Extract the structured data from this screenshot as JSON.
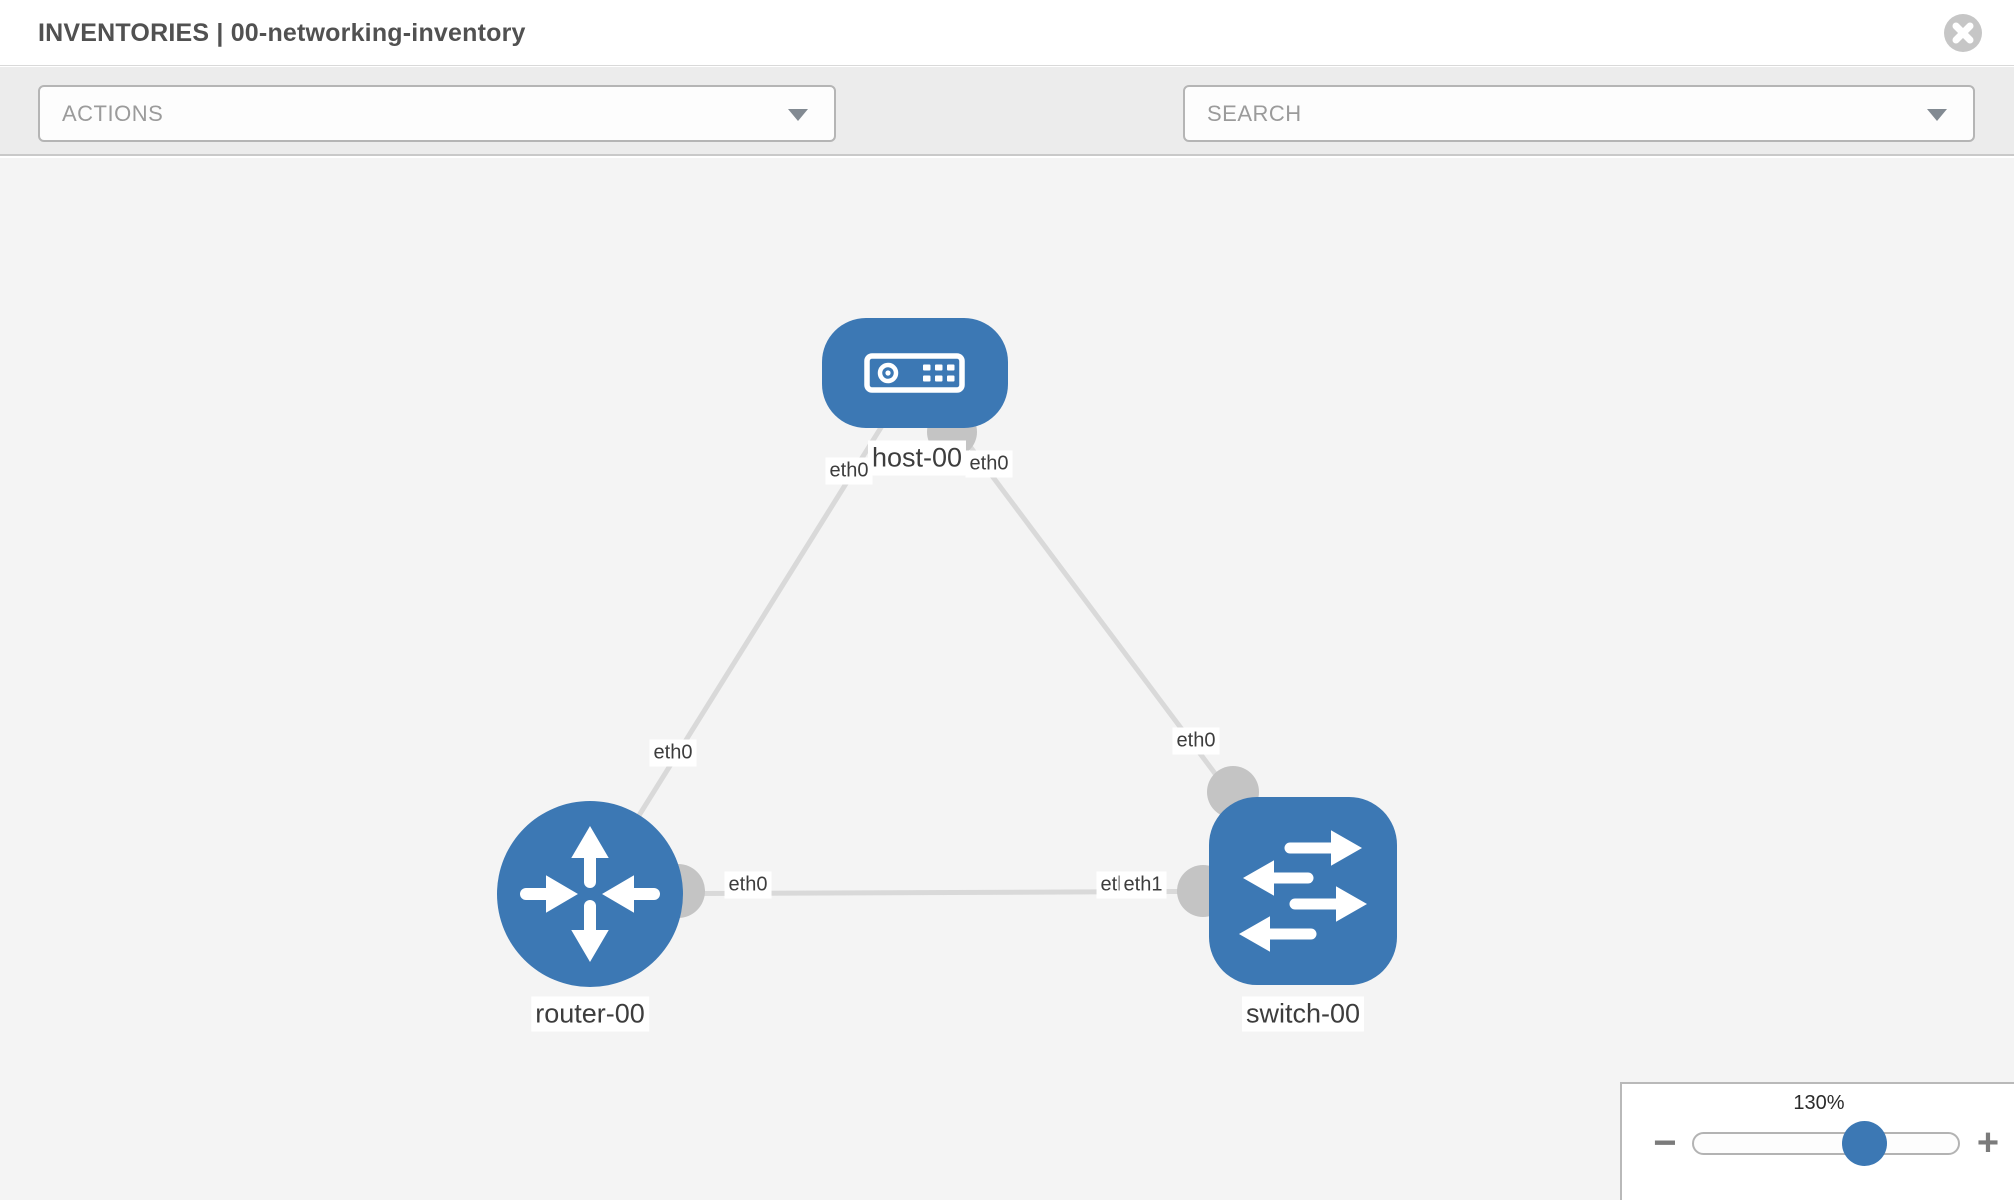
{
  "header": {
    "title": "INVENTORIES | 00-networking-inventory"
  },
  "toolbar": {
    "actions_label": "ACTIONS",
    "search_label": "SEARCH"
  },
  "icons": {
    "close": "circle-x-icon",
    "wrench": "wrench-icon",
    "key": "key-icon",
    "actions_caret": "chevron-down-icon",
    "search_caret": "chevron-down-icon"
  },
  "diagram": {
    "nodes": [
      {
        "name": "host-00",
        "type": "host",
        "icon": "host-icon"
      },
      {
        "name": "router-00",
        "type": "router",
        "icon": "router-icon"
      },
      {
        "name": "switch-00",
        "type": "switch",
        "icon": "switch-icon"
      }
    ],
    "links": [
      {
        "from": "host-00",
        "from_if": "eth0",
        "to": "router-00",
        "to_if": "eth0"
      },
      {
        "from": "host-00",
        "from_if": "eth0",
        "to": "switch-00",
        "to_if": "eth0"
      },
      {
        "from": "router-00",
        "from_if": "eth0",
        "to": "switch-00",
        "to_if": "eth1"
      }
    ]
  },
  "zoom_panel": {
    "level": "130%",
    "minus": "−",
    "plus": "+"
  },
  "colors": {
    "node_blue": "#3c78b4",
    "link_gray": "#d9d9d9",
    "connector_gray": "#c4c4c4",
    "canvas_bg": "#f4f4f4",
    "toolbar_bg": "#ececec",
    "icon_gray": "#75818b",
    "close_gray": "#c6c6c6"
  }
}
